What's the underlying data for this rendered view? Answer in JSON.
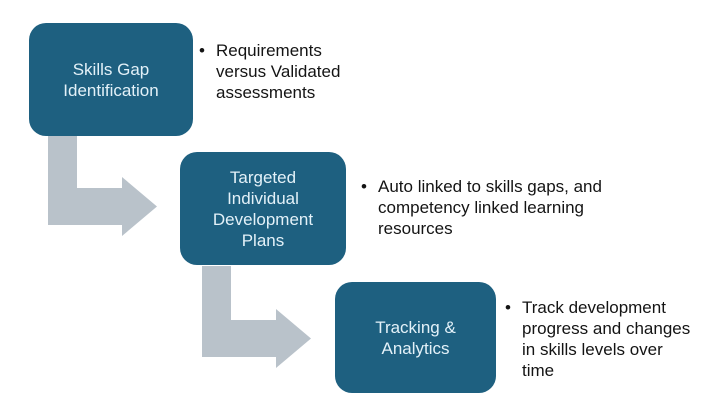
{
  "colors": {
    "background": "#ffffff",
    "box_fill": "#1e6080",
    "box_text": "#e3f1f8",
    "arrow_fill": "#b9c2ca",
    "body_text": "#141414"
  },
  "bullet_char": "•",
  "steps": [
    {
      "title_lines": [
        "Skills Gap",
        "Identification"
      ],
      "bullet_lines": [
        "Requirements",
        "versus Validated",
        "assessments"
      ]
    },
    {
      "title_lines": [
        "Targeted",
        "Individual",
        "Development",
        "Plans"
      ],
      "bullet_lines": [
        "Auto linked to skills gaps, and",
        "competency linked learning",
        "resources"
      ]
    },
    {
      "title_lines": [
        "Tracking &",
        "Analytics"
      ],
      "bullet_lines": [
        "Track development",
        "progress and changes",
        "in skills levels over",
        "time"
      ]
    }
  ],
  "icons": {
    "connector": "elbow-arrow-down-right"
  }
}
